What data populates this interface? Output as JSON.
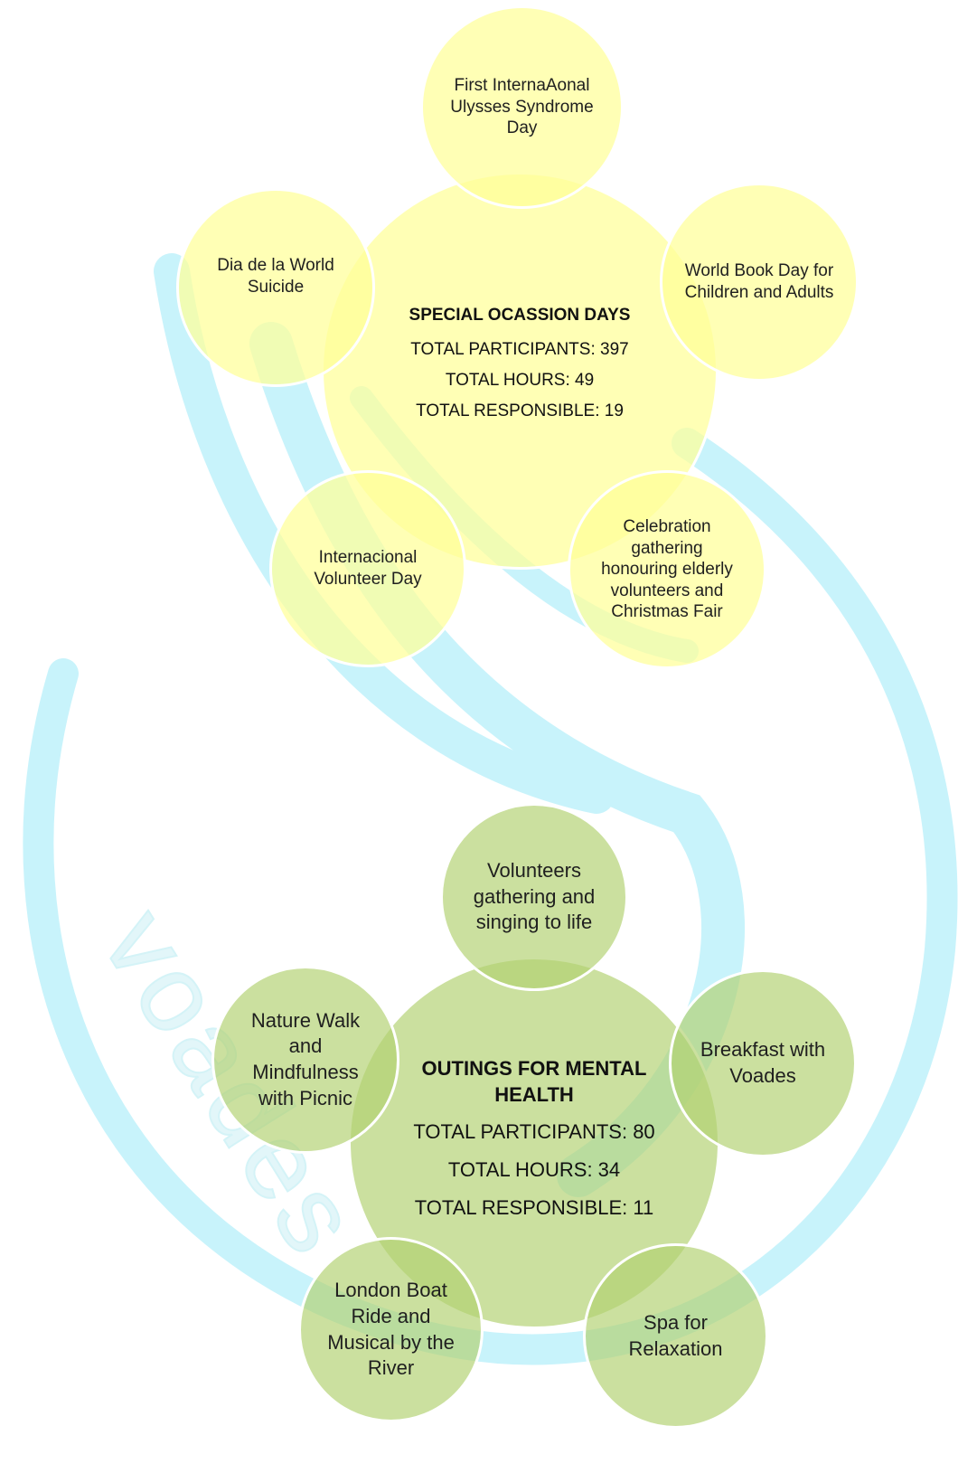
{
  "background": {
    "swirl_color": "#c8f3fb",
    "watermark_text": "voades"
  },
  "special_occasion": {
    "title": "SPECIAL OCASSION DAYS",
    "participants": "TOTAL PARTICIPANTS: 397",
    "hours": "TOTAL HOURS: 49",
    "responsible": "TOTAL RESPONSIBLE: 19",
    "color": "#ffff99",
    "events": [
      "First InternaAonal Ulysses Syndrome Day",
      "World Book Day for Children and Adults",
      "Celebration gathering honouring elderly volunteers and Christmas Fair",
      "Internacional Volunteer Day",
      "Dia de la World Suicide"
    ]
  },
  "outings": {
    "title": "OUTINGS FOR MENTAL HEALTH",
    "participants": "TOTAL PARTICIPANTS: 80",
    "hours": "TOTAL HOURS: 34",
    "responsible": "TOTAL RESPONSIBLE: 11",
    "color": "#b2d272",
    "events": [
      "Volunteers gathering and singing to life",
      "Breakfast with Voades",
      "Spa for Relaxation",
      "London Boat Ride and Musical by the River",
      "Nature Walk and Mindfulness with Picnic"
    ]
  }
}
